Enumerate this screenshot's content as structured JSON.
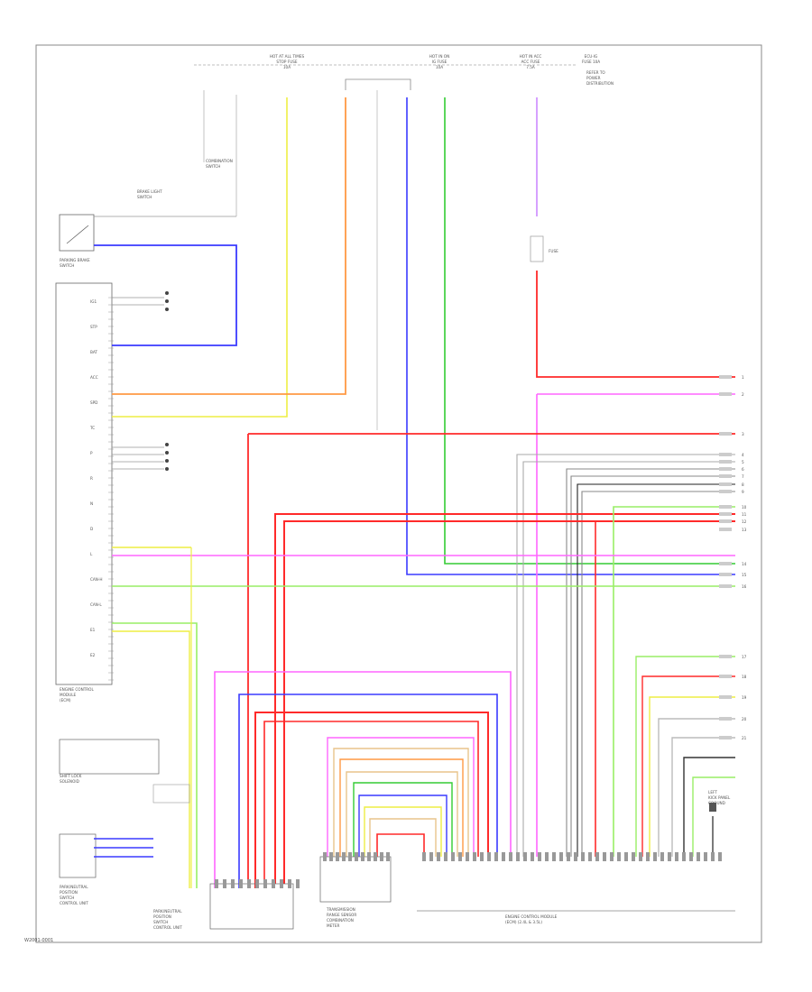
{
  "diagram": {
    "footer_code": "W2001-0001",
    "fuses": [
      {
        "id": "fuse-stop",
        "lines": [
          "HOT AT ALL TIMES",
          "STOP FUSE",
          "10A"
        ]
      },
      {
        "id": "fuse-ign",
        "lines": [
          "HOT IN ON",
          "IG FUSE",
          "10A"
        ]
      },
      {
        "id": "fuse-acc",
        "lines": [
          "HOT IN ACC",
          "ACC FUSE",
          "7.5A"
        ]
      },
      {
        "id": "fuse-ecu",
        "lines": [
          "ECU-IG",
          "FUSE 10A"
        ]
      }
    ],
    "components": {
      "stop_switch": [
        "BRAKE LIGHT",
        "SWITCH"
      ],
      "ecm_box": [
        "ENGINE CONTROL",
        "MODULE",
        "(ECM)"
      ],
      "pcm_left": [
        "PARKING BRAKE",
        "SWITCH"
      ],
      "shift_lock": [
        "SHIFT LOCK",
        "SOLENOID"
      ],
      "bottom_left": [
        "PARK/NEUTRAL",
        "POSITION",
        "SWITCH",
        "CONTROL UNIT"
      ],
      "bottom_combo": [
        "COMBINATION",
        "METER"
      ],
      "bottom_mid": [
        "TRANSMISSION",
        "RANGE SENSOR"
      ],
      "bottom_right": [
        "ENGINE CONTROL MODULE",
        "(ECM) (2.4L & 3.5L)"
      ],
      "ground_label": [
        "LEFT",
        "KICK PANEL",
        "GROUND"
      ],
      "ignition_note": [
        "COMBINATION",
        "SWITCH"
      ],
      "right_note": [
        "REFER TO",
        "POWER",
        "DISTRIBUTION"
      ]
    },
    "wire_colors": {
      "red": "#ff2a2a",
      "pink": "#ff66ff",
      "blue": "#3a3aff",
      "green": "#33cc33",
      "ltgreen": "#99ee66",
      "yellow": "#eeee44",
      "orange": "#ff9944",
      "tan": "#e8c48c",
      "gray": "#999999",
      "black": "#222222",
      "white": "#cccccc",
      "violet": "#cc88ff"
    },
    "pin_labels_left": [
      "IG1",
      "STP",
      "BAT",
      "ACC",
      "SPD",
      "TC",
      "P",
      "R",
      "N",
      "D",
      "L",
      "CAN-H",
      "CAN-L",
      "E1",
      "E2"
    ],
    "pin_labels_right": [
      "1",
      "2",
      "3",
      "4",
      "5",
      "6",
      "7",
      "8",
      "9",
      "10",
      "11",
      "12",
      "13",
      "14",
      "15",
      "16",
      "17",
      "18",
      "19",
      "20",
      "21"
    ]
  }
}
